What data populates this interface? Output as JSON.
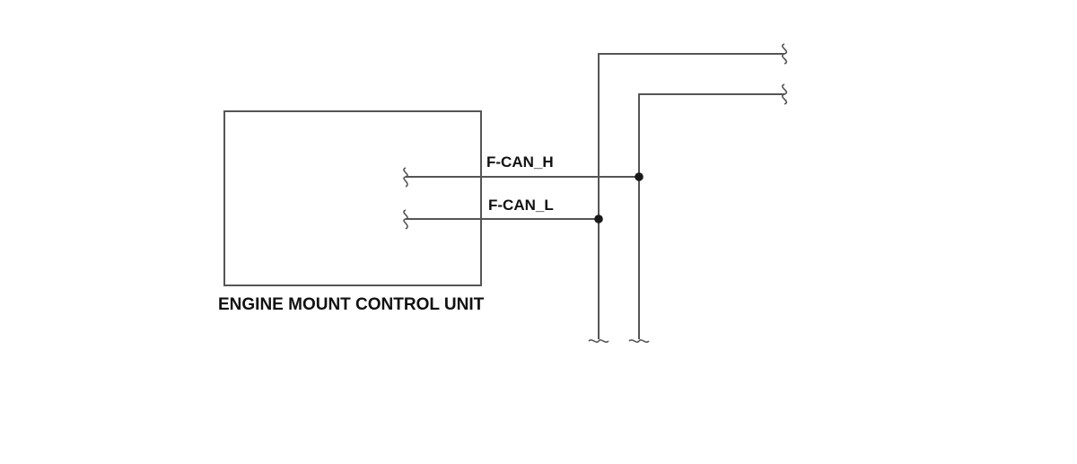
{
  "diagram": {
    "unit_label": "ENGINE MOUNT CONTROL UNIT",
    "signal_high_label": "F-CAN_H",
    "signal_low_label": "F-CAN_L"
  },
  "colors": {
    "line": "#555555",
    "junction": "#1a1a1a",
    "text": "#111111",
    "background": "#ffffff"
  }
}
